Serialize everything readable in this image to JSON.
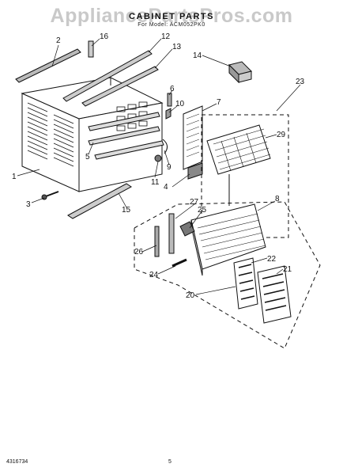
{
  "watermark": "AppliancePartsPros.com",
  "header": {
    "title": "CABINET PARTS",
    "subtitle": "For Model: ACM052PK0"
  },
  "footer": {
    "part_number": "4316734",
    "page_number": "5"
  },
  "callouts": [
    "2",
    "16",
    "12",
    "13",
    "14",
    "23",
    "6",
    "10",
    "7",
    "1",
    "5",
    "3",
    "9",
    "11",
    "4",
    "15",
    "29",
    "27",
    "25",
    "8",
    "26",
    "22",
    "24",
    "21",
    "20"
  ]
}
